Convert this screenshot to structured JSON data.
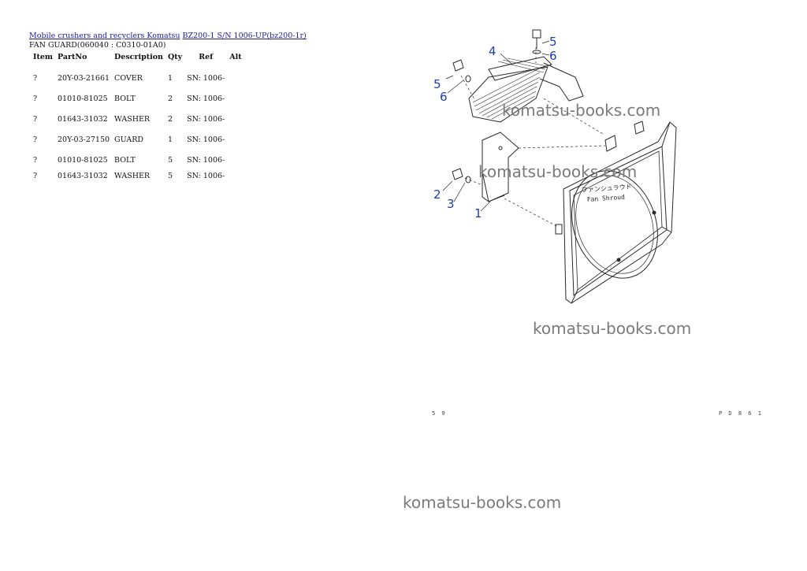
{
  "breadcrumb": {
    "link1": "Mobile crushers and recyclers Komatsu",
    "link2": "BZ200-1 S/N 1006-UP(bz200-1r)"
  },
  "subtitle": "FAN GUARD(060040 : C0310-01A0)",
  "table": {
    "headers": [
      "Item",
      "PartNo",
      "Description",
      "Qty",
      "Ref",
      "Alt"
    ],
    "rows": [
      {
        "item": "?",
        "part_no": "20Y-03-21661",
        "description": "COVER",
        "qty": "1",
        "ref": "SN: 1006-",
        "alt": ""
      },
      {
        "item": "?",
        "part_no": "01010-81025",
        "description": "BOLT",
        "qty": "2",
        "ref": "SN: 1006-",
        "alt": ""
      },
      {
        "item": "?",
        "part_no": "01643-31032",
        "description": "WASHER",
        "qty": "2",
        "ref": "SN: 1006-",
        "alt": ""
      },
      {
        "item": "?",
        "part_no": "20Y-03-27150",
        "description": "GUARD",
        "qty": "1",
        "ref": "SN: 1006-",
        "alt": ""
      },
      {
        "item": "?",
        "part_no": "01010-81025",
        "description": "BOLT",
        "qty": "5",
        "ref": "SN: 1006-",
        "alt": ""
      },
      {
        "item": "?",
        "part_no": "01643-31032",
        "description": "WASHER",
        "qty": "5",
        "ref": "SN: 1006-",
        "alt": ""
      }
    ]
  },
  "diagram": {
    "callouts": [
      "1",
      "2",
      "3",
      "4",
      "5",
      "6",
      "5",
      "6"
    ],
    "shroud_label_jp": "ファンシュラウド",
    "shroud_label_en": "Fan Shroud",
    "callout_color": "#1f3cb0",
    "page_number": "5 9",
    "page_code": "P D 8 6 1"
  },
  "watermark": "komatsu-books.com"
}
